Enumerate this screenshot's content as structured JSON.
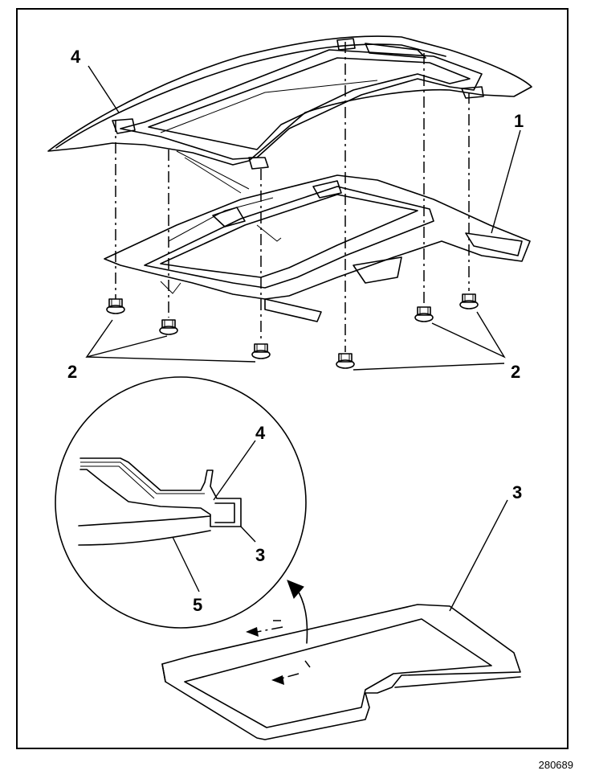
{
  "figure_id": "280689",
  "callouts": {
    "roof_panel": "4",
    "sunroof_module": "1",
    "bolts_left": "2",
    "bolts_right": "2",
    "detail_3": "3",
    "detail_4": "4",
    "detail_5": "5",
    "seal_3": "3"
  },
  "icons": [
    "bolt-icon",
    "arrow-icon"
  ]
}
